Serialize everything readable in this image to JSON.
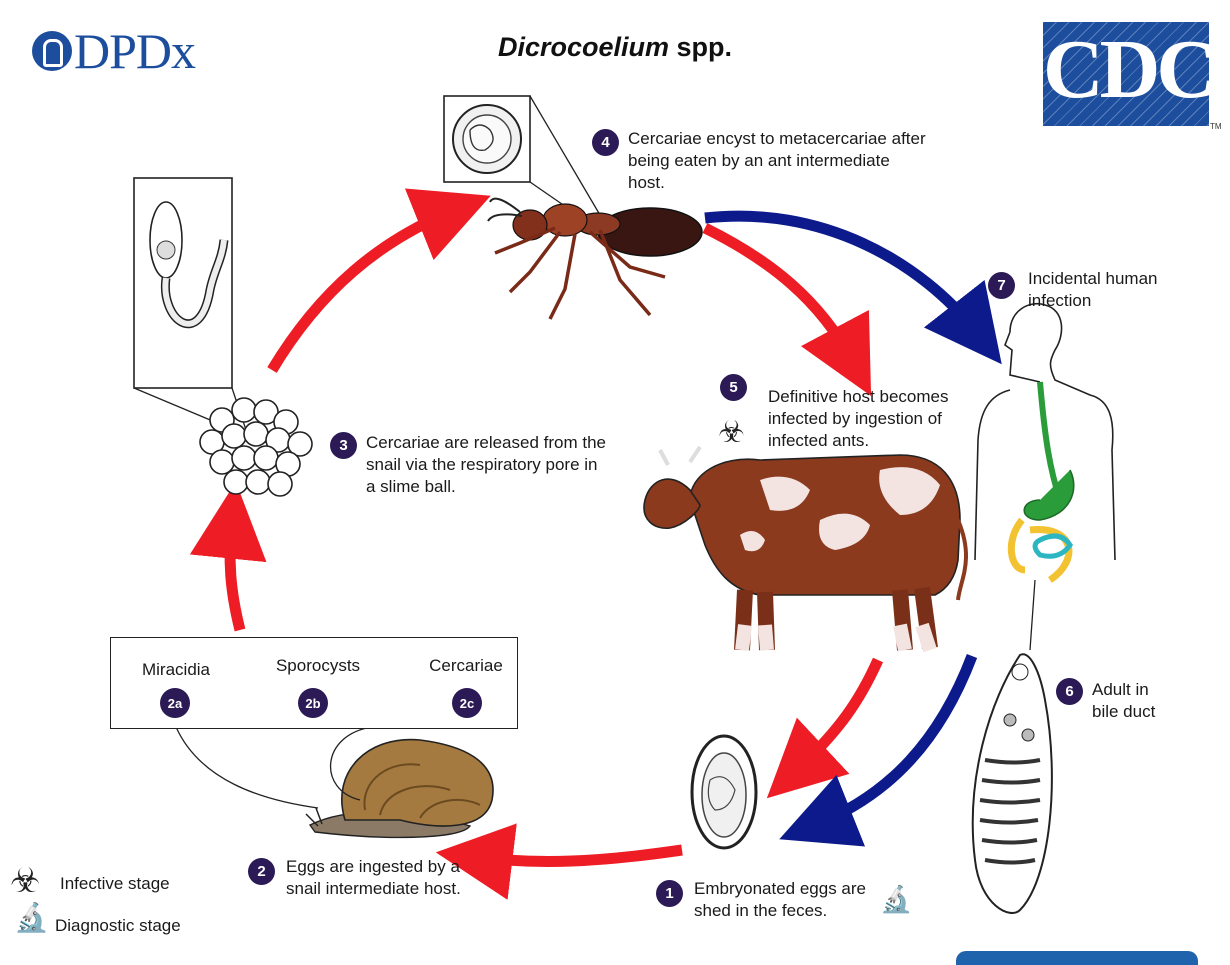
{
  "header": {
    "logo_text": "DPDx",
    "title_italic": "Dicrocoelium",
    "title_rest": " spp.",
    "cdc_text": "CDC",
    "cdc_tm": "TM"
  },
  "steps": {
    "s1": {
      "num": "1",
      "text": "Embryonated eggs are shed in the feces."
    },
    "s2": {
      "num": "2",
      "text": "Eggs are ingested by a snail intermediate host."
    },
    "s3": {
      "num": "3",
      "text": "Cercariae are released from the snail via the respiratory pore in a slime ball."
    },
    "s4": {
      "num": "4",
      "text": "Cercariae encyst to metacercariae after being eaten by an ant intermediate host."
    },
    "s5": {
      "num": "5",
      "text": "Definitive host becomes infected by ingestion of infected ants."
    },
    "s6": {
      "num": "6",
      "text": "Adult in bile duct"
    },
    "s7": {
      "num": "7",
      "text": "Incidental human infection"
    }
  },
  "snail_stages": [
    {
      "label": "Miracidia",
      "num": "2a"
    },
    {
      "label": "Sporocysts",
      "num": "2b"
    },
    {
      "label": "Cercariae",
      "num": "2c"
    }
  ],
  "legend": {
    "infective": "Infective stage",
    "diagnostic": "Diagnostic stage"
  },
  "colors": {
    "arrow_red": "#ee1c24",
    "arrow_blue": "#0d1a8c",
    "badge": "#2b1a55",
    "brand_blue": "#1d4e9e"
  }
}
